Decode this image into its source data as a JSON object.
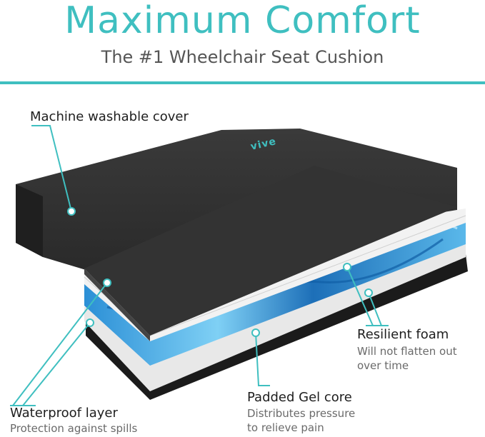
{
  "header": {
    "title": "Maximum Comfort",
    "subtitle": "The #1 Wheelchair Seat Cushion"
  },
  "product": {
    "brand_logo": "vive"
  },
  "callouts": {
    "cover": {
      "label": "Machine washable cover"
    },
    "foam": {
      "label": "Resilient foam",
      "desc_line1": "Will not flatten out",
      "desc_line2": "over time"
    },
    "gel": {
      "label": "Padded Gel core",
      "desc_line1": "Distributes pressure",
      "desc_line2": "to relieve pain"
    },
    "waterproof": {
      "label": "Waterproof layer",
      "desc": "Protection against spills"
    }
  },
  "colors": {
    "accent": "#3fbfc0",
    "cover": "#2b2b2b",
    "gel": "#1f7fc4",
    "foam": "#e6e6e6"
  }
}
